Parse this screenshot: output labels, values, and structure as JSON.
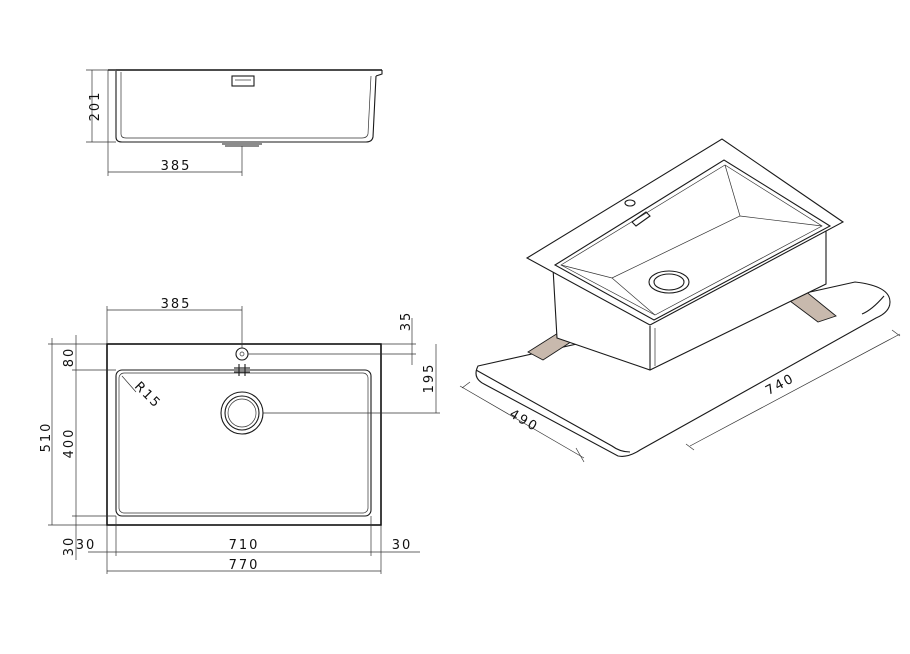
{
  "side_view": {
    "height": "201",
    "width": "385"
  },
  "top_view": {
    "tap_offset_x": "385",
    "tap_offset_y": "35",
    "drain_offset": "195",
    "tap_zone": "80",
    "overall_depth": "510",
    "bowl_depth": "400",
    "corner_radius": "R15",
    "margin_bottom": "30",
    "margin_left": "30",
    "bowl_width": "710",
    "margin_right": "30",
    "overall_width": "770"
  },
  "iso_view": {
    "cabinet_depth": "490",
    "cabinet_width": "740"
  },
  "colors": {
    "line": "#1a1a1a",
    "cutout": "#c8b9ad"
  }
}
